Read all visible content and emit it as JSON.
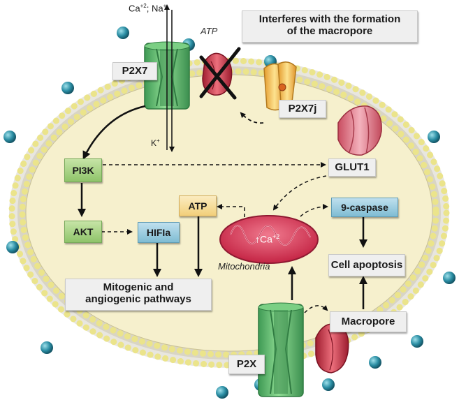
{
  "ions_top": {
    "ca": "Ca",
    "ca_sup": "+2",
    "sep": "; ",
    "na": "Na",
    "na_sup": "+"
  },
  "k_label": {
    "k": "K",
    "k_sup": "+"
  },
  "atp_top": "ATP",
  "interferes_line1": "Interferes with the formation",
  "interferes_line2": "of the macropore",
  "p2x7_top": "P2X7",
  "p2x7j": "P2X7j",
  "glut1": "GLUT1",
  "pi3k": "PI3K",
  "akt": "AKT",
  "hif": "HIFIa",
  "atp_box": "ATP",
  "caspase": "9-caspase",
  "apoptosis": "Cell apoptosis",
  "mito_ca": {
    "arrow": "↑",
    "ca": "Ca",
    "sup": "+2"
  },
  "mitochondria": "Mitochondria",
  "mitogenic_line1": "Mitogenic and",
  "mitogenic_line2": "angiogenic pathways",
  "macropore": "Macropore",
  "p2x_bottom": "P2X",
  "colors": {
    "membrane": "#e9e3a6",
    "cell": "#f6f0cd",
    "head": "#f2ea82",
    "channel_green": "#5fb872",
    "glut": "#e06f7e",
    "mito": "#e0506a",
    "bead": "#2b8ea4",
    "p2x7j": "#f0b845"
  },
  "icons": [
    "ion-channel-icon",
    "atp-receptor-icon",
    "glut1-transporter-icon",
    "mitochondria-icon",
    "extracellular-bead-icon"
  ]
}
